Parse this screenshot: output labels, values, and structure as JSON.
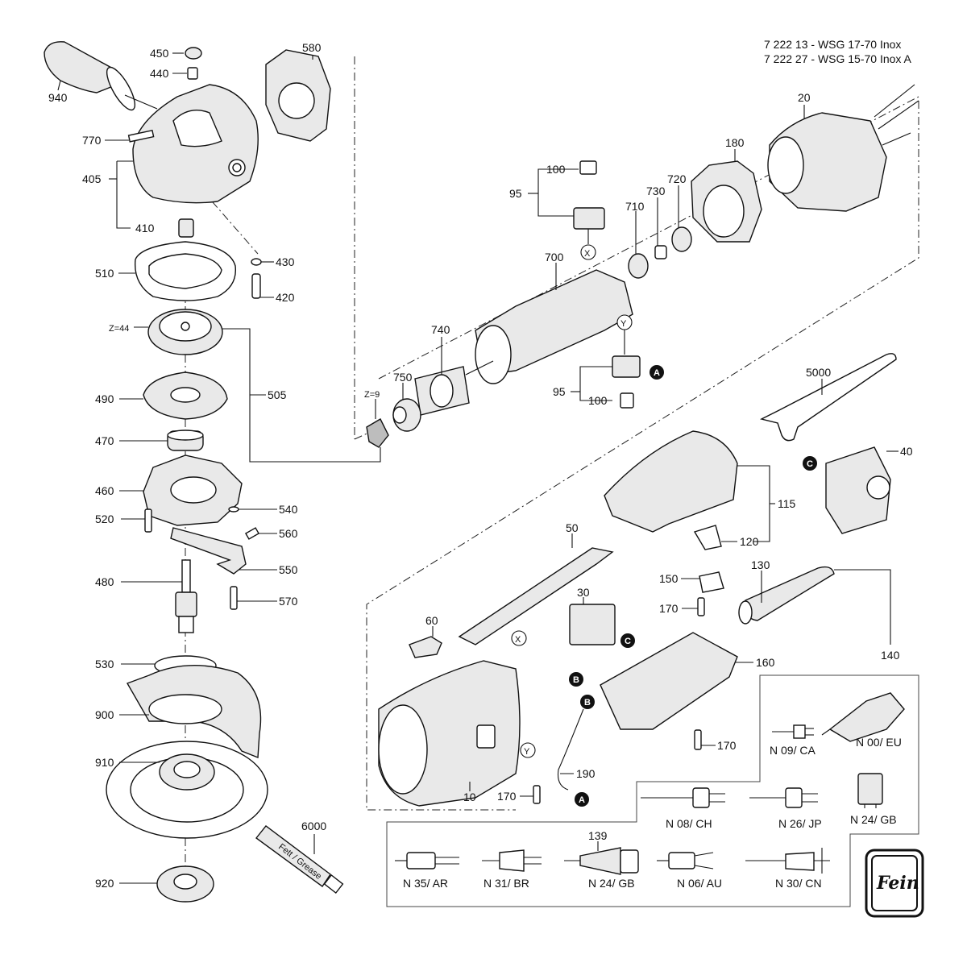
{
  "header": {
    "model_line_1": "7 222 13 - WSG 17-70 Inox",
    "model_line_2": "7 222 27 - WSG 15-70 Inox A"
  },
  "labels": {
    "p450": "450",
    "p440": "440",
    "p580": "580",
    "p940": "940",
    "p770": "770",
    "p405": "405",
    "p410": "410",
    "p430": "430",
    "p510": "510",
    "p420": "420",
    "z44": "Z=44",
    "p505": "505",
    "p490": "490",
    "p470": "470",
    "p460": "460",
    "p540": "540",
    "p520": "520",
    "p560": "560",
    "p550": "550",
    "p480": "480",
    "p570": "570",
    "p530": "530",
    "p900": "900",
    "p910": "910",
    "p920": "920",
    "p6000": "6000",
    "p20": "20",
    "p180": "180",
    "p720": "720",
    "p730": "730",
    "p710": "710",
    "p100a": "100",
    "p95a": "95",
    "p700": "700",
    "p740": "740",
    "z9": "Z=9",
    "p750": "750",
    "p95b": "95",
    "p100b": "100",
    "p5000": "5000",
    "p40": "40",
    "p115": "115",
    "p120": "120",
    "p50": "50",
    "p130": "130",
    "p150": "150",
    "p170a": "170",
    "p30": "30",
    "p60": "60",
    "p160": "160",
    "p140": "140",
    "p190": "190",
    "p10": "10",
    "p170b": "170",
    "p170c": "170",
    "p139": "139"
  },
  "markers": {
    "x": "X",
    "y": "Y",
    "a": "A",
    "b": "B",
    "c": "C"
  },
  "plugs": {
    "n09": "N 09/ CA",
    "n00": "N 00/ EU",
    "n08": "N 08/ CH",
    "n26": "N 26/ JP",
    "n24gb_top": "N 24/ GB",
    "n35": "N 35/ AR",
    "n31": "N 31/ BR",
    "n24gb_bottom": "N 24/ GB",
    "n06": "N 06/ AU",
    "n30": "N 30/ CN"
  },
  "grease_tube_text": "Fett / Grease",
  "logo_text": "Fein"
}
